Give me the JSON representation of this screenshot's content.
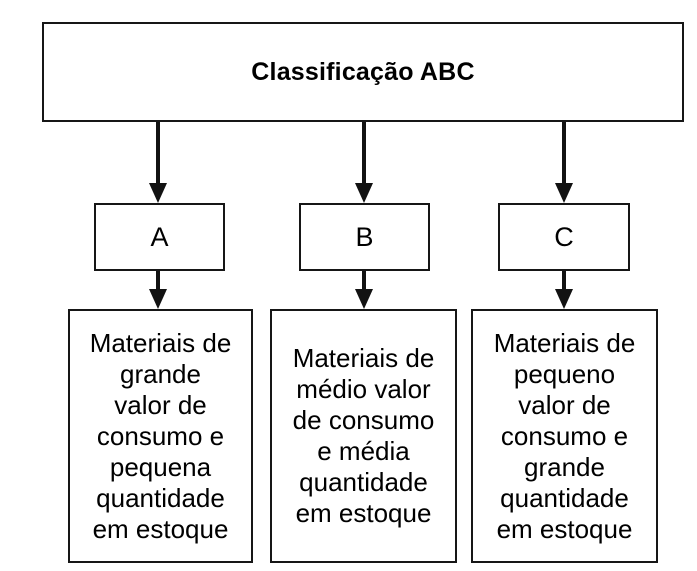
{
  "diagram": {
    "title": "Classificação ABC",
    "branches": [
      {
        "code": "A",
        "description": "Materiais de\ngrande\nvalor de\nconsumo e\npequena\nquantidade\nem estoque"
      },
      {
        "code": "B",
        "description": "Materiais de\nmédio valor\nde consumo\ne média\nquantidade\nem estoque"
      },
      {
        "code": "C",
        "description": "Materiais de\npequeno\nvalor de\nconsumo e\ngrande\nquantidade\nem estoque"
      }
    ],
    "colors": {
      "line": "#161616",
      "background": "#ffffff",
      "text": "#000000"
    }
  }
}
